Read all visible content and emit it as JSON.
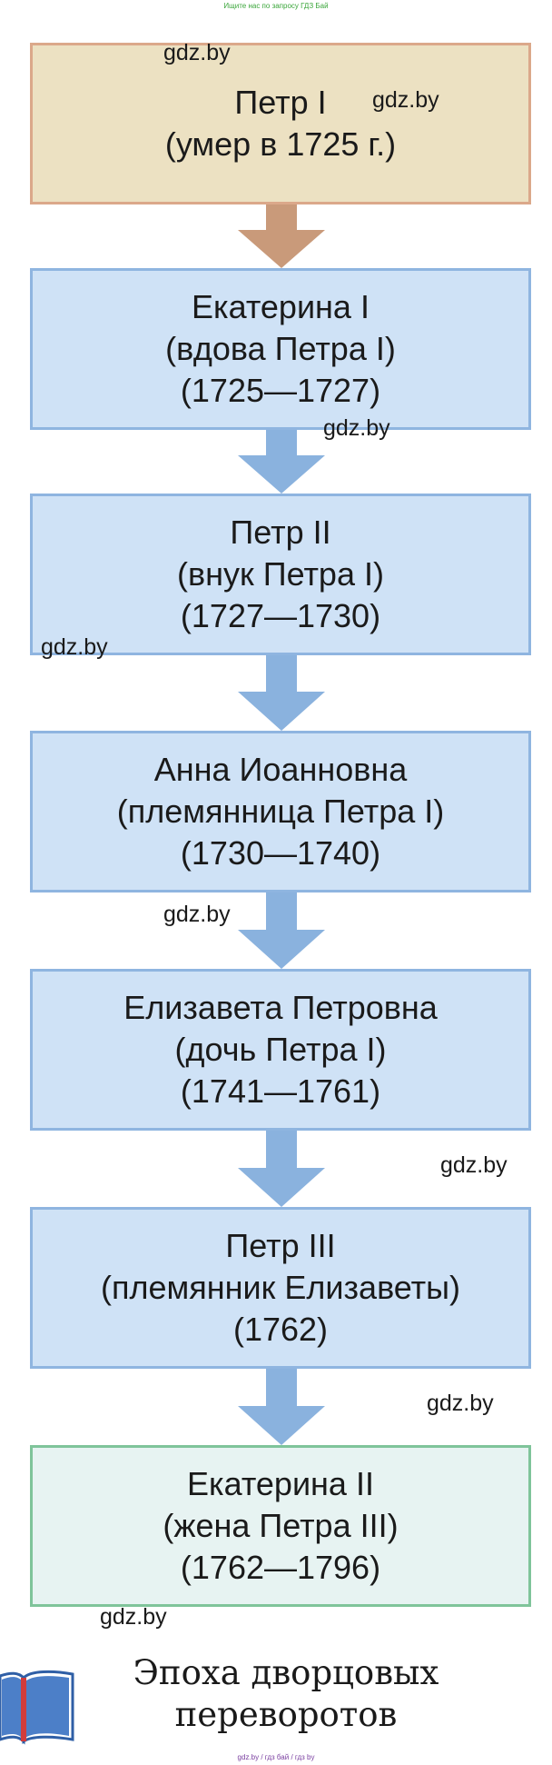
{
  "top_note": "Ищите нас по запросу ГДЗ Бай",
  "boxes": [
    {
      "lines": [
        "Петр I",
        "(умер в 1725 г.)"
      ]
    },
    {
      "lines": [
        "Екатерина I",
        "(вдова Петра I)",
        "(1725—1727)"
      ]
    },
    {
      "lines": [
        "Петр II",
        "(внук Петра I)",
        "(1727—1730)"
      ]
    },
    {
      "lines": [
        "Анна Иоанновна",
        "(племянница Петра I)",
        "(1730—1740)"
      ]
    },
    {
      "lines": [
        "Елизавета Петровна",
        "(дочь Петра I)",
        "(1741—1761)"
      ]
    },
    {
      "lines": [
        "Петр III",
        "(племянник Елизаветы)",
        "(1762)"
      ]
    },
    {
      "lines": [
        "Екатерина II",
        "(жена Петра III)",
        "(1762—1796)"
      ]
    }
  ],
  "watermark": "gdz.by",
  "caption": [
    "Эпоха дворцовых",
    "переворотов"
  ],
  "footer": "gdz.by / гдз бай / гдз by",
  "colors": {
    "first_fill": "#ece1c2",
    "first_border": "#dba88a",
    "box_fill": "#cfe2f6",
    "box_border": "#8fb5e0",
    "last_fill": "#e7f3f2",
    "last_border": "#7fc49a",
    "arrow_first": "#c99a7a",
    "arrow": "#8ab2de"
  }
}
